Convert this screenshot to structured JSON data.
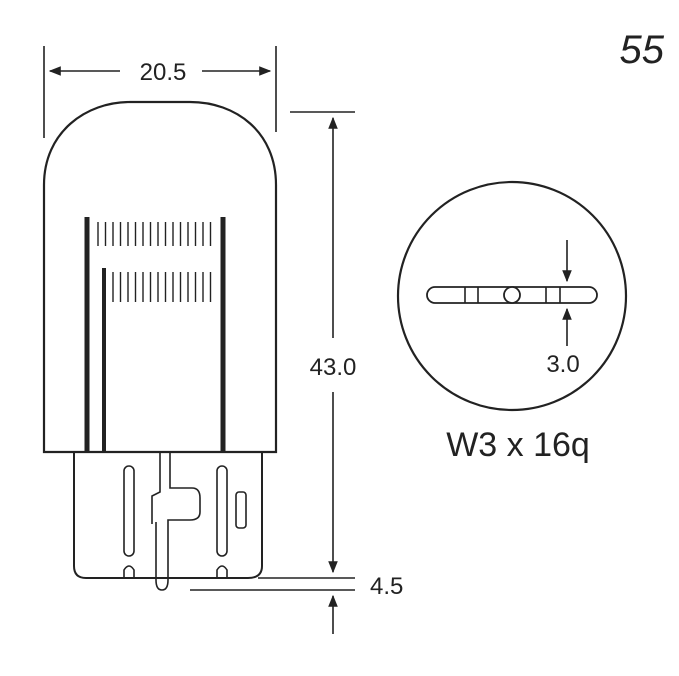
{
  "page_number": "55",
  "dimensions": {
    "width": "20.5",
    "height": "43.0",
    "wedge_thickness": "3.0",
    "base_offset": "4.5"
  },
  "base_designation": "W3 x 16q",
  "colors": {
    "line": "#222222",
    "background": "#ffffff"
  }
}
